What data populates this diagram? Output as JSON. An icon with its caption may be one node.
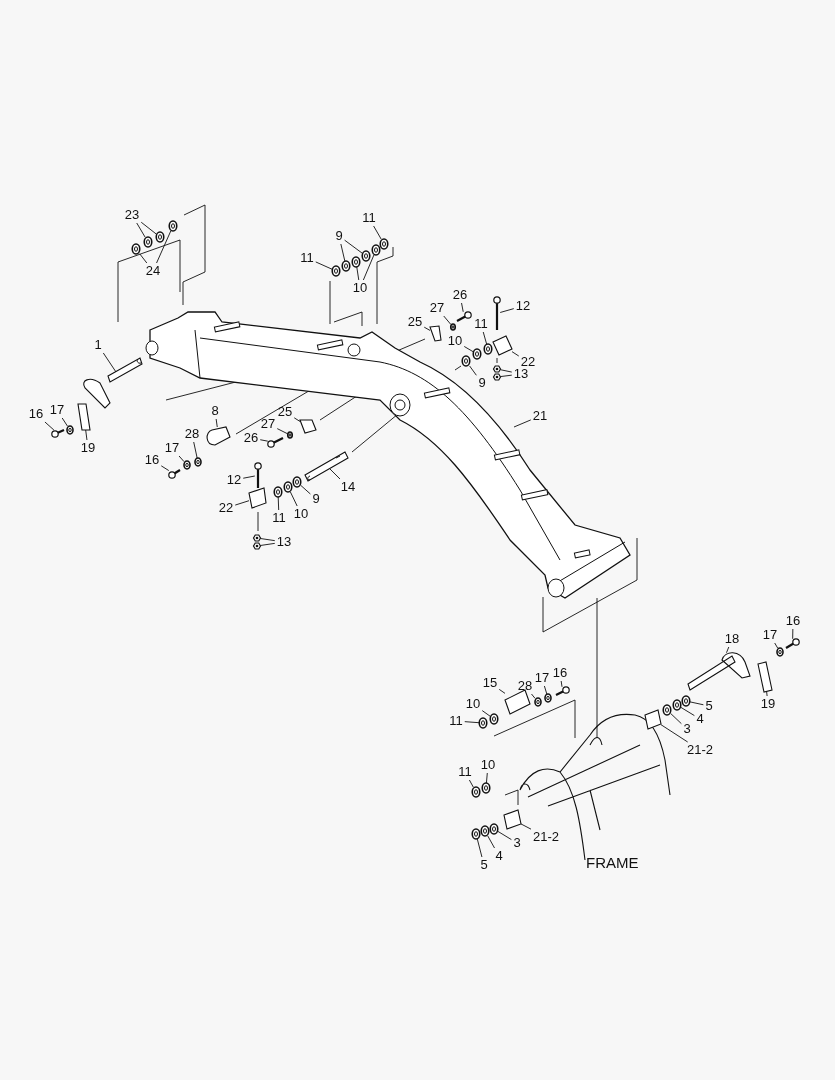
{
  "diagram": {
    "nodes": [
      {
        "text": [
          "23"
        ]
      },
      {
        "text": [
          "24"
        ]
      },
      {
        "text": [
          "11"
        ]
      },
      {
        "text": [
          "9"
        ]
      },
      {
        "text": [
          "11"
        ]
      },
      {
        "text": [
          "10"
        ]
      },
      {
        "text": [
          "26"
        ]
      },
      {
        "text": [
          "12"
        ]
      },
      {
        "text": [
          "27"
        ]
      },
      {
        "text": [
          "25"
        ]
      },
      {
        "text": [
          "11"
        ]
      },
      {
        "text": [
          "10"
        ]
      },
      {
        "text": [
          "22"
        ]
      },
      {
        "text": [
          "9"
        ]
      },
      {
        "text": [
          "13"
        ]
      },
      {
        "text": [
          "1"
        ]
      },
      {
        "text": [
          "17"
        ]
      },
      {
        "text": [
          "16"
        ]
      },
      {
        "text": [
          "19"
        ]
      },
      {
        "text": [
          "8"
        ]
      },
      {
        "text": [
          "25"
        ]
      },
      {
        "text": [
          "27"
        ]
      },
      {
        "text": [
          "26"
        ]
      },
      {
        "text": [
          "28"
        ]
      },
      {
        "text": [
          "17"
        ]
      },
      {
        "text": [
          "16"
        ]
      },
      {
        "text": [
          "21"
        ]
      },
      {
        "text": [
          "14"
        ]
      },
      {
        "text": [
          "12"
        ]
      },
      {
        "text": [
          "9"
        ]
      },
      {
        "text": [
          "22"
        ]
      },
      {
        "text": [
          "10"
        ]
      },
      {
        "text": [
          "11"
        ]
      },
      {
        "text": [
          "13"
        ]
      },
      {
        "text": [
          "18"
        ]
      },
      {
        "text": [
          "17"
        ]
      },
      {
        "text": [
          "16"
        ]
      },
      {
        "text": [
          "19"
        ]
      },
      {
        "text": [
          "15"
        ]
      },
      {
        "text": [
          "28"
        ]
      },
      {
        "text": [
          "17"
        ]
      },
      {
        "text": [
          "16"
        ]
      },
      {
        "text": [
          "10"
        ]
      },
      {
        "text": [
          "11"
        ]
      },
      {
        "text": [
          "5"
        ]
      },
      {
        "text": [
          "4"
        ]
      },
      {
        "text": [
          "3"
        ]
      },
      {
        "text": [
          "21-2"
        ]
      },
      {
        "text": [
          "11"
        ]
      },
      {
        "text": [
          "10"
        ]
      },
      {
        "text": [
          "21-2"
        ]
      },
      {
        "text": [
          "3"
        ]
      },
      {
        "text": [
          "4"
        ]
      },
      {
        "text": [
          "5"
        ]
      },
      {
        "text": [],
        "shape": "picture"
      },
      {
        "text": [],
        "shape": "picture"
      },
      {
        "text": [],
        "shape": "picture"
      },
      {
        "text": [],
        "shape": "picture"
      },
      {
        "text": [],
        "shape": "picture"
      },
      {
        "text": [],
        "shape": "picture"
      },
      {
        "text": [],
        "shape": "picture"
      },
      {
        "text": [],
        "shape": "picture"
      },
      {
        "text": [],
        "shape": "picture"
      },
      {
        "text": [],
        "shape": "picture"
      },
      {
        "text": [],
        "shape": "picture"
      },
      {
        "text": [],
        "shape": "picture"
      },
      {
        "text": [],
        "shape": "picture"
      },
      {
        "text": [],
        "shape": "picture"
      },
      {
        "text": [],
        "shape": "picture"
      },
      {
        "text": [],
        "shape": "picture"
      },
      {
        "text": [],
        "shape": "picture"
      },
      {
        "text": [],
        "shape": "picture"
      },
      {
        "text": [],
        "shape": "picture"
      },
      {
        "text": [],
        "shape": "picture"
      },
      {
        "text": [],
        "shape": "picture"
      },
      {
        "text": [],
        "shape": "picture"
      },
      {
        "text": [],
        "shape": "picture"
      },
      {
        "text": [],
        "shape": "picture"
      },
      {
        "text": [],
        "shape": "picture"
      },
      {
        "text": [],
        "shape": "picture"
      },
      {
        "text": [],
        "shape": "picture"
      },
      {
        "text": [],
        "shape": "picture"
      },
      {
        "text": [],
        "shape": "picture"
      },
      {
        "text": [],
        "shape": "picture"
      },
      {
        "text": [],
        "shape": "picture"
      },
      {
        "text": [],
        "shape": "picture"
      },
      {
        "text": [],
        "shape": "picture"
      },
      {
        "text": [],
        "shape": "picture"
      },
      {
        "text": [],
        "shape": "picture"
      },
      {
        "text": [],
        "shape": "picture"
      },
      {
        "text": [],
        "shape": "picture"
      },
      {
        "text": [],
        "shape": "picture"
      },
      {
        "text": [],
        "shape": "picture"
      },
      {
        "text": [],
        "shape": "picture"
      },
      {
        "text": [],
        "shape": "picture"
      },
      {
        "text": [],
        "shape": "picture"
      },
      {
        "text": [],
        "shape": "picture"
      },
      {
        "text": [],
        "shape": "picture"
      },
      {
        "text": [],
        "shape": "picture"
      },
      {
        "text": [],
        "shape": "picture"
      },
      {
        "text": [],
        "shape": "picture"
      },
      {
        "text": [],
        "shape": "picture"
      },
      {
        "text": [],
        "shape": "picture"
      },
      {
        "text": [],
        "shape": "picture"
      },
      {
        "text": [],
        "shape": "picture"
      },
      {
        "text": [],
        "shape": "picture"
      },
      {
        "text": [],
        "shape": "picture"
      },
      {
        "text": [],
        "shape": "picture"
      },
      {
        "text": [],
        "shape": "picture"
      },
      {
        "text": [],
        "shape": "picture"
      },
      {
        "text": [],
        "shape": "picture"
      },
      {
        "text": [],
        "shape": "picture"
      },
      {
        "text": [],
        "shape": "picture"
      },
      {
        "text": [],
        "shape": "picture"
      }
    ],
    "edges": [
      {
        "from": 0,
        "to": 54,
        "arrow": "none"
      },
      {
        "from": 0,
        "to": 55,
        "arrow": "none"
      },
      {
        "from": 1,
        "to": 56,
        "arrow": "none"
      },
      {
        "from": 1,
        "to": 57,
        "arrow": "none"
      },
      {
        "from": 2,
        "to": 58,
        "arrow": "none"
      },
      {
        "from": 3,
        "to": 59,
        "arrow": "none"
      },
      {
        "from": 3,
        "to": 60,
        "arrow": "none"
      },
      {
        "from": 4,
        "to": 61,
        "arrow": "none"
      },
      {
        "from": 5,
        "to": 62,
        "arrow": "none"
      },
      {
        "from": 5,
        "to": 63,
        "arrow": "none"
      },
      {
        "from": 6,
        "to": 64,
        "arrow": "none"
      },
      {
        "from": 7,
        "to": 65,
        "arrow": "none"
      },
      {
        "from": 8,
        "to": 66,
        "arrow": "none"
      },
      {
        "from": 9,
        "to": 67,
        "arrow": "none"
      },
      {
        "from": 10,
        "to": 68,
        "arrow": "none"
      },
      {
        "from": 11,
        "to": 69,
        "arrow": "none"
      },
      {
        "from": 12,
        "to": 70,
        "arrow": "none"
      },
      {
        "from": 13,
        "to": 71,
        "arrow": "none"
      },
      {
        "from": 14,
        "to": 72,
        "arrow": "none"
      },
      {
        "from": 14,
        "to": 73,
        "arrow": "none"
      },
      {
        "from": 15,
        "to": 74,
        "arrow": "none"
      },
      {
        "from": 16,
        "to": 75,
        "arrow": "none"
      },
      {
        "from": 17,
        "to": 76,
        "arrow": "none"
      },
      {
        "from": 18,
        "to": 77,
        "arrow": "none"
      },
      {
        "from": 19,
        "to": 78,
        "arrow": "none"
      },
      {
        "from": 20,
        "to": 79,
        "arrow": "none"
      },
      {
        "from": 21,
        "to": 80,
        "arrow": "none"
      },
      {
        "from": 22,
        "to": 81,
        "arrow": "none"
      },
      {
        "from": 23,
        "to": 82,
        "arrow": "none"
      },
      {
        "from": 24,
        "to": 83,
        "arrow": "none"
      },
      {
        "from": 25,
        "to": 84,
        "arrow": "none"
      },
      {
        "from": 26,
        "to": 85,
        "arrow": "none"
      },
      {
        "from": 27,
        "to": 86,
        "arrow": "none"
      },
      {
        "from": 28,
        "to": 87,
        "arrow": "none"
      },
      {
        "from": 29,
        "to": 88,
        "arrow": "none"
      },
      {
        "from": 30,
        "to": 89,
        "arrow": "none"
      },
      {
        "from": 31,
        "to": 90,
        "arrow": "none"
      },
      {
        "from": 32,
        "to": 91,
        "arrow": "none"
      },
      {
        "from": 33,
        "to": 92,
        "arrow": "none"
      },
      {
        "from": 33,
        "to": 93,
        "arrow": "none"
      },
      {
        "from": 34,
        "to": 94,
        "arrow": "none"
      },
      {
        "from": 35,
        "to": 95,
        "arrow": "none"
      },
      {
        "from": 36,
        "to": 96,
        "arrow": "none"
      },
      {
        "from": 37,
        "to": 97,
        "arrow": "none"
      },
      {
        "from": 38,
        "to": 98,
        "arrow": "none"
      },
      {
        "from": 39,
        "to": 99,
        "arrow": "none"
      },
      {
        "from": 40,
        "to": 100,
        "arrow": "none"
      },
      {
        "from": 41,
        "to": 101,
        "arrow": "none"
      },
      {
        "from": 42,
        "to": 102,
        "arrow": "none"
      },
      {
        "from": 43,
        "to": 103,
        "arrow": "none"
      },
      {
        "from": 44,
        "to": 104,
        "arrow": "none"
      },
      {
        "from": 45,
        "to": 105,
        "arrow": "none"
      },
      {
        "from": 46,
        "to": 106,
        "arrow": "none"
      },
      {
        "from": 47,
        "to": 107,
        "arrow": "none"
      },
      {
        "from": 48,
        "to": 108,
        "arrow": "none"
      },
      {
        "from": 49,
        "to": 109,
        "arrow": "none"
      },
      {
        "from": 50,
        "to": 110,
        "arrow": "none"
      },
      {
        "from": 51,
        "to": 111,
        "arrow": "none"
      },
      {
        "from": 52,
        "to": 112,
        "arrow": "none"
      },
      {
        "from": 53,
        "to": 113,
        "arrow": "none"
      }
    ],
    "labels": [
      "FRAME"
    ]
  }
}
